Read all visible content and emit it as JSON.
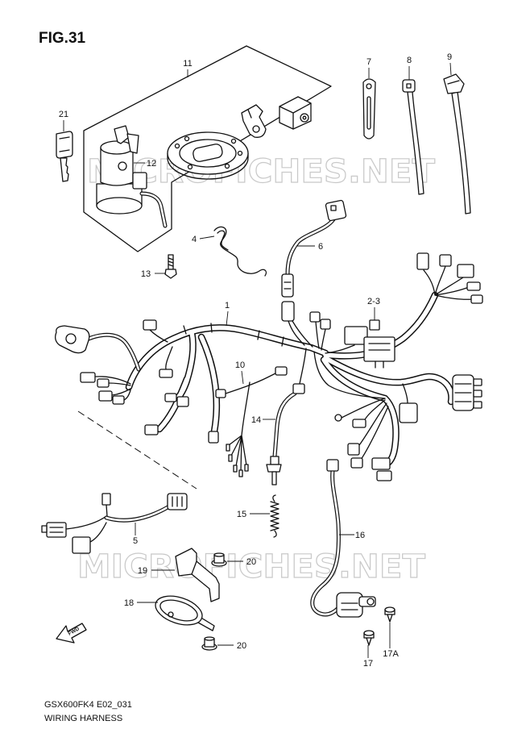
{
  "figure": {
    "title": "FIG.31"
  },
  "callouts": [
    "11",
    "21",
    "12",
    "7",
    "8",
    "9",
    "4",
    "6",
    "13",
    "2-3",
    "1",
    "10",
    "14",
    "15",
    "5",
    "16",
    "19",
    "20",
    "18",
    "20",
    "17",
    "17A"
  ],
  "footer": {
    "model_code": "GSX600FK4 E02_031",
    "caption": "WIRING HARNESS"
  },
  "fwd_arrow": {
    "label": "FWD",
    "icon": "forward-arrow-icon"
  },
  "watermark": {
    "text": "MICROFICHES.NET"
  },
  "colors": {
    "line": "#111111",
    "watermark": "#c9c9c9",
    "background": "#ffffff"
  }
}
